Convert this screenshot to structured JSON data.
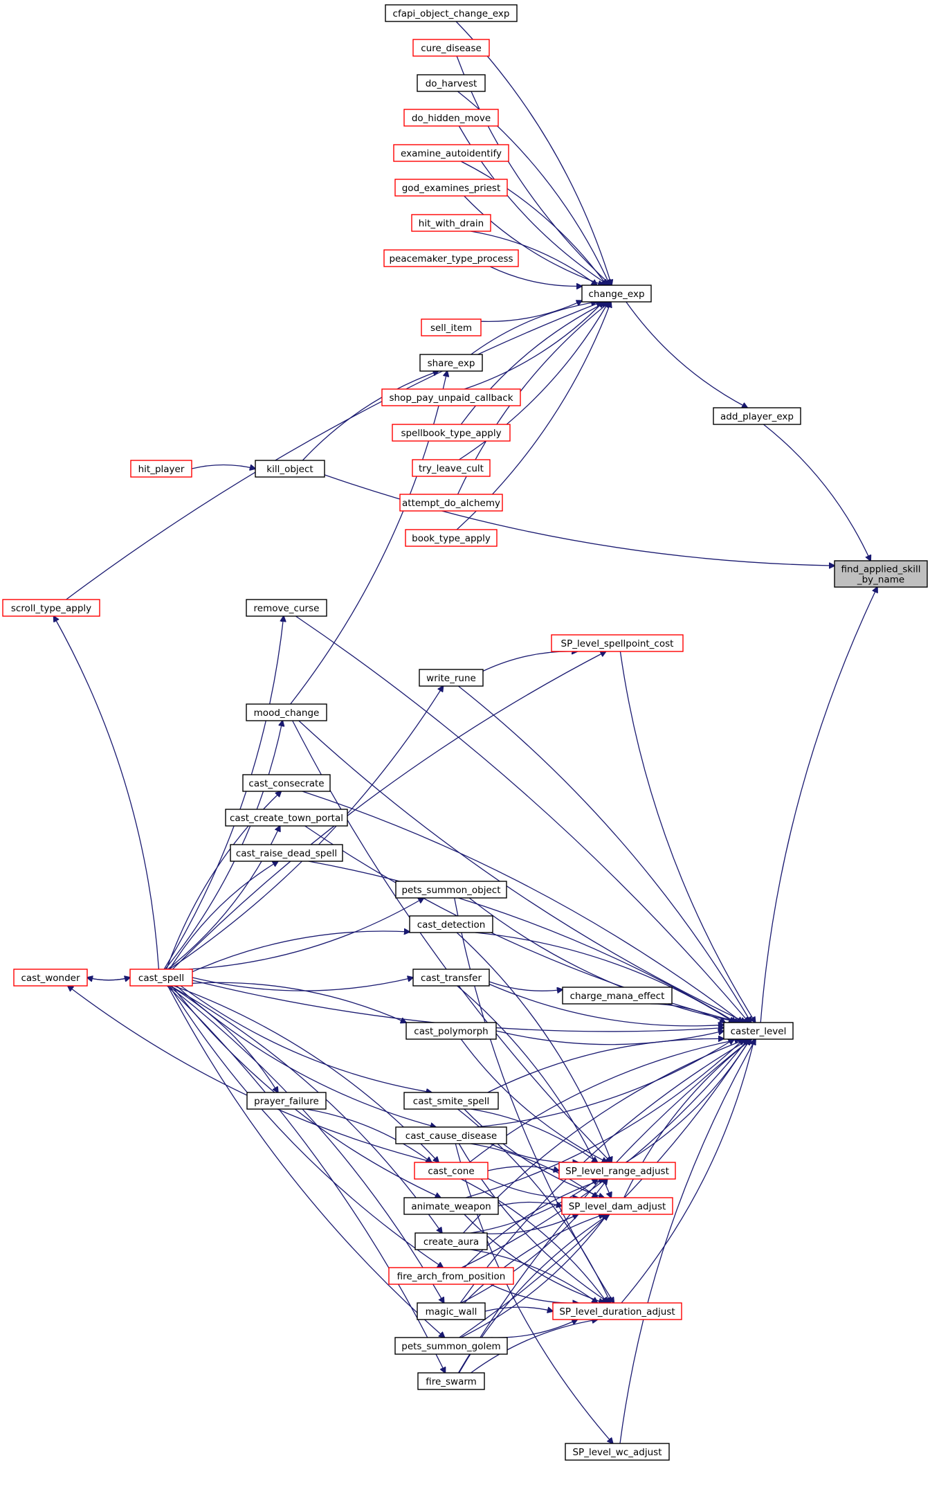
{
  "colors": {
    "edge": "#191970",
    "border_default": "#000000",
    "border_truncated": "#ff0000",
    "highlight_fill": "#bfbfbf"
  },
  "nodes": {
    "find_applied_skill_by_name": {
      "lines": [
        "find_applied_skill",
        "_by_name"
      ],
      "border": "black",
      "highlight": true
    },
    "add_player_exp": {
      "lines": [
        "add_player_exp"
      ],
      "border": "black"
    },
    "change_exp": {
      "lines": [
        "change_exp"
      ],
      "border": "black"
    },
    "caster_level": {
      "lines": [
        "caster_level"
      ],
      "border": "black"
    },
    "cfapi_object_change_exp": {
      "lines": [
        "cfapi_object_change_exp"
      ],
      "border": "black"
    },
    "cure_disease": {
      "lines": [
        "cure_disease"
      ],
      "border": "red"
    },
    "do_harvest": {
      "lines": [
        "do_harvest"
      ],
      "border": "black"
    },
    "do_hidden_move": {
      "lines": [
        "do_hidden_move"
      ],
      "border": "red"
    },
    "examine_autoidentify": {
      "lines": [
        "examine_autoidentify"
      ],
      "border": "red"
    },
    "god_examines_priest": {
      "lines": [
        "god_examines_priest"
      ],
      "border": "red"
    },
    "hit_with_drain": {
      "lines": [
        "hit_with_drain"
      ],
      "border": "red"
    },
    "peacemaker_type_process": {
      "lines": [
        "peacemaker_type_process"
      ],
      "border": "red"
    },
    "sell_item": {
      "lines": [
        "sell_item"
      ],
      "border": "red"
    },
    "share_exp": {
      "lines": [
        "share_exp"
      ],
      "border": "black"
    },
    "shop_pay_unpaid_callback": {
      "lines": [
        "shop_pay_unpaid_callback"
      ],
      "border": "red"
    },
    "spellbook_type_apply": {
      "lines": [
        "spellbook_type_apply"
      ],
      "border": "red"
    },
    "try_leave_cult": {
      "lines": [
        "try_leave_cult"
      ],
      "border": "red"
    },
    "attempt_do_alchemy": {
      "lines": [
        "attempt_do_alchemy"
      ],
      "border": "red"
    },
    "book_type_apply": {
      "lines": [
        "book_type_apply"
      ],
      "border": "red"
    },
    "hit_player": {
      "lines": [
        "hit_player"
      ],
      "border": "red"
    },
    "kill_object": {
      "lines": [
        "kill_object"
      ],
      "border": "black"
    },
    "scroll_type_apply": {
      "lines": [
        "scroll_type_apply"
      ],
      "border": "red"
    },
    "remove_curse": {
      "lines": [
        "remove_curse"
      ],
      "border": "black"
    },
    "SP_level_spellpoint_cost": {
      "lines": [
        "SP_level_spellpoint_cost"
      ],
      "border": "red"
    },
    "write_rune": {
      "lines": [
        "write_rune"
      ],
      "border": "black"
    },
    "mood_change": {
      "lines": [
        "mood_change"
      ],
      "border": "black"
    },
    "cast_consecrate": {
      "lines": [
        "cast_consecrate"
      ],
      "border": "black"
    },
    "cast_create_town_portal": {
      "lines": [
        "cast_create_town_portal"
      ],
      "border": "black"
    },
    "cast_raise_dead_spell": {
      "lines": [
        "cast_raise_dead_spell"
      ],
      "border": "black"
    },
    "pets_summon_object": {
      "lines": [
        "pets_summon_object"
      ],
      "border": "black"
    },
    "cast_detection": {
      "lines": [
        "cast_detection"
      ],
      "border": "black"
    },
    "cast_wonder": {
      "lines": [
        "cast_wonder"
      ],
      "border": "red"
    },
    "cast_spell": {
      "lines": [
        "cast_spell"
      ],
      "border": "red"
    },
    "cast_transfer": {
      "lines": [
        "cast_transfer"
      ],
      "border": "black"
    },
    "charge_mana_effect": {
      "lines": [
        "charge_mana_effect"
      ],
      "border": "black"
    },
    "cast_polymorph": {
      "lines": [
        "cast_polymorph"
      ],
      "border": "black"
    },
    "cast_smite_spell": {
      "lines": [
        "cast_smite_spell"
      ],
      "border": "black"
    },
    "prayer_failure": {
      "lines": [
        "prayer_failure"
      ],
      "border": "black"
    },
    "cast_cause_disease": {
      "lines": [
        "cast_cause_disease"
      ],
      "border": "black"
    },
    "cast_cone": {
      "lines": [
        "cast_cone"
      ],
      "border": "red"
    },
    "SP_level_range_adjust": {
      "lines": [
        "SP_level_range_adjust"
      ],
      "border": "red"
    },
    "animate_weapon": {
      "lines": [
        "animate_weapon"
      ],
      "border": "black"
    },
    "SP_level_dam_adjust": {
      "lines": [
        "SP_level_dam_adjust"
      ],
      "border": "red"
    },
    "create_aura": {
      "lines": [
        "create_aura"
      ],
      "border": "black"
    },
    "fire_arch_from_position": {
      "lines": [
        "fire_arch_from_position"
      ],
      "border": "red"
    },
    "magic_wall": {
      "lines": [
        "magic_wall"
      ],
      "border": "black"
    },
    "SP_level_duration_adjust": {
      "lines": [
        "SP_level_duration_adjust"
      ],
      "border": "red"
    },
    "pets_summon_golem": {
      "lines": [
        "pets_summon_golem"
      ],
      "border": "black"
    },
    "fire_swarm": {
      "lines": [
        "fire_swarm"
      ],
      "border": "black"
    },
    "SP_level_wc_adjust": {
      "lines": [
        "SP_level_wc_adjust"
      ],
      "border": "black"
    }
  },
  "edges": [
    [
      "add_player_exp",
      "find_applied_skill_by_name"
    ],
    [
      "kill_object",
      "find_applied_skill_by_name"
    ],
    [
      "caster_level",
      "find_applied_skill_by_name"
    ],
    [
      "change_exp",
      "add_player_exp"
    ],
    [
      "cfapi_object_change_exp",
      "change_exp"
    ],
    [
      "cure_disease",
      "change_exp"
    ],
    [
      "do_harvest",
      "change_exp"
    ],
    [
      "do_hidden_move",
      "change_exp"
    ],
    [
      "examine_autoidentify",
      "change_exp"
    ],
    [
      "god_examines_priest",
      "change_exp"
    ],
    [
      "hit_with_drain",
      "change_exp"
    ],
    [
      "peacemaker_type_process",
      "change_exp"
    ],
    [
      "scroll_type_apply",
      "change_exp"
    ],
    [
      "sell_item",
      "change_exp"
    ],
    [
      "share_exp",
      "change_exp"
    ],
    [
      "shop_pay_unpaid_callback",
      "change_exp"
    ],
    [
      "spellbook_type_apply",
      "change_exp"
    ],
    [
      "try_leave_cult",
      "change_exp"
    ],
    [
      "attempt_do_alchemy",
      "change_exp"
    ],
    [
      "book_type_apply",
      "change_exp"
    ],
    [
      "kill_object",
      "share_exp"
    ],
    [
      "mood_change",
      "share_exp"
    ],
    [
      "hit_player",
      "kill_object"
    ],
    [
      "cast_spell",
      "scroll_type_apply"
    ],
    [
      "cast_spell",
      "cast_wonder"
    ],
    [
      "cast_wonder",
      "cast_spell"
    ],
    [
      "cast_cone",
      "cast_wonder"
    ],
    [
      "cast_spell",
      "remove_curse"
    ],
    [
      "cast_spell",
      "SP_level_spellpoint_cost"
    ],
    [
      "cast_spell",
      "write_rune"
    ],
    [
      "write_rune",
      "SP_level_spellpoint_cost"
    ],
    [
      "cast_spell",
      "mood_change"
    ],
    [
      "cast_spell",
      "cast_consecrate"
    ],
    [
      "cast_spell",
      "cast_create_town_portal"
    ],
    [
      "cast_spell",
      "cast_raise_dead_spell"
    ],
    [
      "cast_spell",
      "pets_summon_object"
    ],
    [
      "cast_spell",
      "cast_detection"
    ],
    [
      "cast_spell",
      "cast_transfer"
    ],
    [
      "cast_spell",
      "cast_polymorph"
    ],
    [
      "cast_spell",
      "cast_smite_spell"
    ],
    [
      "cast_spell",
      "prayer_failure"
    ],
    [
      "cast_spell",
      "cast_cause_disease"
    ],
    [
      "cast_spell",
      "cast_cone"
    ],
    [
      "cast_spell",
      "animate_weapon"
    ],
    [
      "cast_spell",
      "create_aura"
    ],
    [
      "cast_spell",
      "fire_arch_from_position"
    ],
    [
      "cast_spell",
      "magic_wall"
    ],
    [
      "cast_spell",
      "pets_summon_golem"
    ],
    [
      "cast_spell",
      "fire_swarm"
    ],
    [
      "cast_spell",
      "caster_level"
    ],
    [
      "prayer_failure",
      "cast_cone"
    ],
    [
      "cast_transfer",
      "charge_mana_effect"
    ],
    [
      "remove_curse",
      "caster_level"
    ],
    [
      "SP_level_spellpoint_cost",
      "caster_level"
    ],
    [
      "write_rune",
      "caster_level"
    ],
    [
      "mood_change",
      "caster_level"
    ],
    [
      "cast_consecrate",
      "caster_level"
    ],
    [
      "cast_create_town_portal",
      "caster_level"
    ],
    [
      "cast_raise_dead_spell",
      "caster_level"
    ],
    [
      "pets_summon_object",
      "caster_level"
    ],
    [
      "cast_detection",
      "caster_level"
    ],
    [
      "cast_transfer",
      "caster_level"
    ],
    [
      "charge_mana_effect",
      "caster_level"
    ],
    [
      "cast_polymorph",
      "caster_level"
    ],
    [
      "cast_smite_spell",
      "caster_level"
    ],
    [
      "cast_cause_disease",
      "caster_level"
    ],
    [
      "cast_cone",
      "caster_level"
    ],
    [
      "animate_weapon",
      "caster_level"
    ],
    [
      "create_aura",
      "caster_level"
    ],
    [
      "fire_arch_from_position",
      "caster_level"
    ],
    [
      "magic_wall",
      "caster_level"
    ],
    [
      "pets_summon_golem",
      "caster_level"
    ],
    [
      "fire_swarm",
      "caster_level"
    ],
    [
      "SP_level_range_adjust",
      "caster_level"
    ],
    [
      "SP_level_dam_adjust",
      "caster_level"
    ],
    [
      "SP_level_duration_adjust",
      "caster_level"
    ],
    [
      "SP_level_wc_adjust",
      "caster_level"
    ],
    [
      "mood_change",
      "SP_level_range_adjust"
    ],
    [
      "cast_detection",
      "SP_level_range_adjust"
    ],
    [
      "cast_polymorph",
      "SP_level_range_adjust"
    ],
    [
      "cast_smite_spell",
      "SP_level_range_adjust"
    ],
    [
      "cast_cause_disease",
      "SP_level_range_adjust"
    ],
    [
      "cast_cone",
      "SP_level_range_adjust"
    ],
    [
      "create_aura",
      "SP_level_range_adjust"
    ],
    [
      "fire_arch_from_position",
      "SP_level_range_adjust"
    ],
    [
      "magic_wall",
      "SP_level_range_adjust"
    ],
    [
      "cast_transfer",
      "SP_level_dam_adjust"
    ],
    [
      "cast_smite_spell",
      "SP_level_dam_adjust"
    ],
    [
      "cast_cause_disease",
      "SP_level_dam_adjust"
    ],
    [
      "cast_cone",
      "SP_level_dam_adjust"
    ],
    [
      "animate_weapon",
      "SP_level_dam_adjust"
    ],
    [
      "create_aura",
      "SP_level_dam_adjust"
    ],
    [
      "magic_wall",
      "SP_level_dam_adjust"
    ],
    [
      "pets_summon_golem",
      "SP_level_dam_adjust"
    ],
    [
      "fire_swarm",
      "SP_level_dam_adjust"
    ],
    [
      "pets_summon_object",
      "SP_level_duration_adjust"
    ],
    [
      "cast_smite_spell",
      "SP_level_duration_adjust"
    ],
    [
      "cast_cause_disease",
      "SP_level_duration_adjust"
    ],
    [
      "cast_cone",
      "SP_level_duration_adjust"
    ],
    [
      "animate_weapon",
      "SP_level_duration_adjust"
    ],
    [
      "magic_wall",
      "SP_level_duration_adjust"
    ],
    [
      "pets_summon_golem",
      "SP_level_duration_adjust"
    ],
    [
      "fire_swarm",
      "SP_level_duration_adjust"
    ],
    [
      "fire_arch_from_position",
      "SP_level_duration_adjust"
    ],
    [
      "create_aura",
      "SP_level_duration_adjust"
    ],
    [
      "cast_cause_disease",
      "SP_level_wc_adjust"
    ]
  ]
}
